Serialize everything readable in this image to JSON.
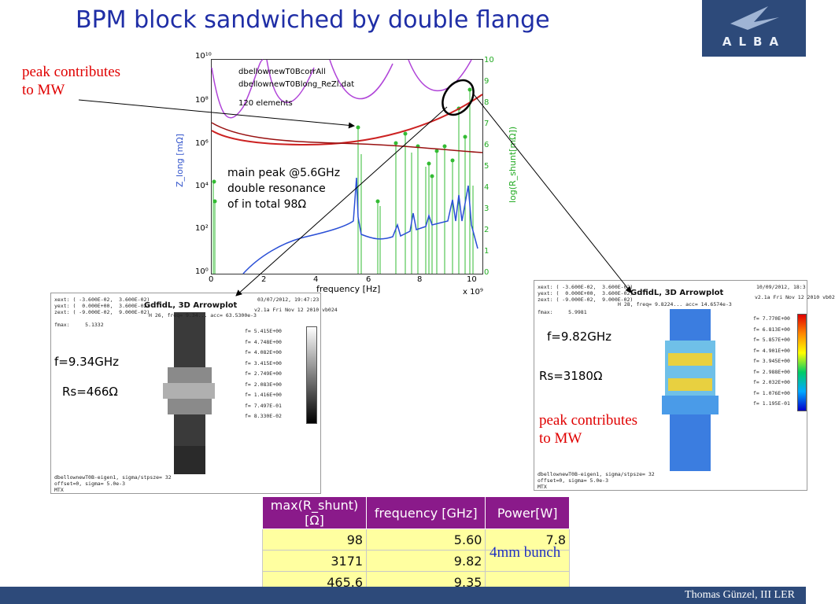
{
  "title": "BPM block sandwiched by double flange",
  "logo_text": "ALBA",
  "notes": {
    "peak_line1": "peak contributes",
    "peak_line2": "to MW",
    "main_peak_line1": "main peak @5.6GHz",
    "main_peak_line2": "double resonance",
    "main_peak_line3": "of in total 98Ω",
    "left_freq": "f=9.34GHz",
    "left_rs": "Rs=466Ω",
    "right_freq": "f=9.82GHz",
    "right_rs": "Rs=3180Ω",
    "right_peak_line1": "peak contributes",
    "right_peak_line2": "to MW",
    "bunch": "4mm bunch"
  },
  "plot": {
    "legend_line1": "dbellownewT0BcorrAll",
    "legend_line2": "dbellownewT0Blong_ReZl.dat",
    "legend_line3": "120 elements",
    "xlabel": "frequency [Hz]",
    "xscale": "x 10⁹",
    "ylabel_left": "Z_long [mΩ]",
    "ylabel_right": "log(R_shunt[mΩ])",
    "x_ticks": [
      "0",
      "2",
      "4",
      "6",
      "8",
      "10"
    ],
    "y_left_ticks": [
      "10⁰",
      "10²",
      "10⁴",
      "10⁶",
      "10⁸",
      "10¹⁰"
    ],
    "y_right_ticks": [
      "0",
      "1",
      "2",
      "3",
      "4",
      "5",
      "6",
      "7",
      "8",
      "9",
      "10"
    ],
    "colors": {
      "impedance": "#2a4fd6",
      "envelope": "#cc2222",
      "upper": "#b044d8",
      "shunt": "#33bb33"
    }
  },
  "sim_left": {
    "header": "xext: ( -3.600E-02,  3.600E-02)\nyext: (  0.000E+00,  3.600E-02)\nzext: ( -9.000E-02,  9.000E-02)\n\nfmax:     5.1332",
    "title": "GdfidL, 3D Arrowplot",
    "date": "03/07/2012, 19:47:23",
    "version": "v2.1a Fri Nov 12 2010 vb024",
    "mode": "H 26, freq= 9.34... acc= 63.5300e-3",
    "legend": [
      "f= 5.415E+00",
      "f= 4.748E+00",
      "f= 4.082E+00",
      "f= 3.415E+00",
      "f= 2.749E+00",
      "f= 2.083E+00",
      "f= 1.416E+00",
      "f= 7.497E-01",
      "f= 8.330E-02"
    ],
    "footer": "dbellownewT0B-eigen1, sigma/stpsze= 32\noffset=0, sigma= 5.0e-3\nMTX"
  },
  "sim_right": {
    "header": "xext: ( -3.600E-02,  3.600E-02)\nyext: (  0.000E+00,  3.600E-02)\nzext: ( -9.000E-02,  9.000E-02)\n\nfmax:     5.9981",
    "title": "GdfidL, 3D Arrowplot",
    "date": "10/09/2012, 18:3",
    "version": "v2.1a Fri Nov 12 2010 vb02",
    "mode": "H 28, freq= 9.8224... acc= 14.6574e-3",
    "legend": [
      "f= 7.770E+00",
      "f= 6.813E+00",
      "f= 5.857E+00",
      "f= 4.901E+00",
      "f= 3.945E+00",
      "f= 2.988E+00",
      "f= 2.032E+00",
      "f= 1.076E+00",
      "f= 1.195E-01"
    ],
    "footer": "dbellownewT0B-eigen1, sigma/stpsze= 32\noffset=0, sigma= 5.0e-3\nMTX"
  },
  "table": {
    "headers": [
      "max(R_shunt)[Ω]",
      "frequency [GHz]",
      "Power[W]"
    ],
    "rows": [
      [
        "98",
        "5.60",
        "7.8"
      ],
      [
        "3171",
        "9.82",
        ""
      ],
      [
        "465.6",
        "9.35",
        ""
      ]
    ]
  },
  "footer": "Thomas Günzel, III LER"
}
